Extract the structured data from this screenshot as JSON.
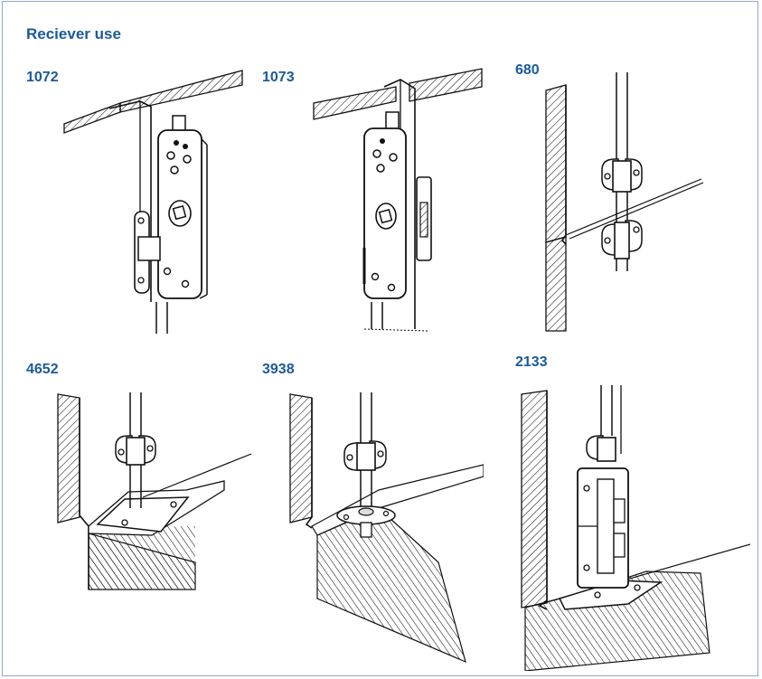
{
  "title": "Reciever use",
  "colors": {
    "accent": "#1b5a99",
    "border": "#8ea9c9",
    "ink": "#111111"
  },
  "items": [
    {
      "code": "1072",
      "icon": "espagnolette-lock-with-side-receiver-drawing"
    },
    {
      "code": "1073",
      "icon": "espagnolette-lock-with-recessed-receiver-drawing"
    },
    {
      "code": "680",
      "icon": "rod-guide-with-two-brackets-drawing"
    },
    {
      "code": "4652",
      "icon": "rod-guide-plate-receiver-drawing"
    },
    {
      "code": "3938",
      "icon": "rod-guide-round-receiver-drawing"
    },
    {
      "code": "2133",
      "icon": "bottom-bolt-receiver-drawing"
    }
  ]
}
